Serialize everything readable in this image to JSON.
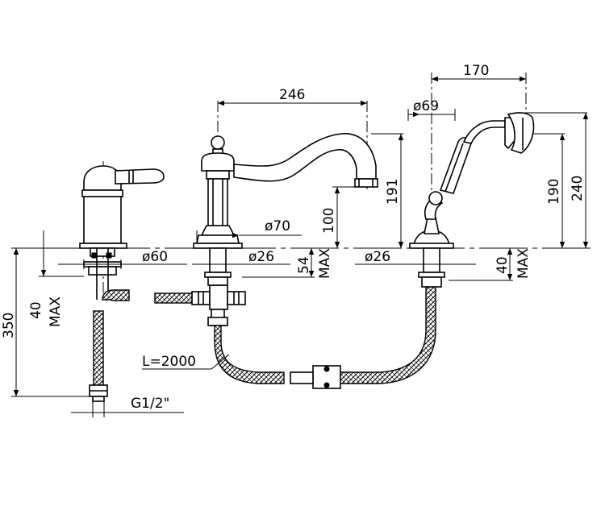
{
  "dimensions": {
    "spout_reach": "246",
    "handshower_reach": "170",
    "handshower_base_dia": "ø69",
    "spout_height": "191",
    "spout_outlet_height": "100",
    "spout_base_dia": "ø70",
    "handshower_height": "190",
    "handshower_total_height": "240",
    "handle_base_dia": "ø60",
    "spout_shank_dia": "ø26",
    "handshower_shank_dia": "ø26",
    "deck_thickness_spout": "54",
    "deck_thickness_spout_unit": "MAX",
    "deck_thickness_handshower": "40",
    "deck_thickness_handshower_unit": "MAX",
    "deck_thickness_handle": "40",
    "deck_thickness_handle_unit": "MAX",
    "supply_length": "350",
    "hose_length": "L=2000",
    "connection_thread": "G1/2\""
  }
}
